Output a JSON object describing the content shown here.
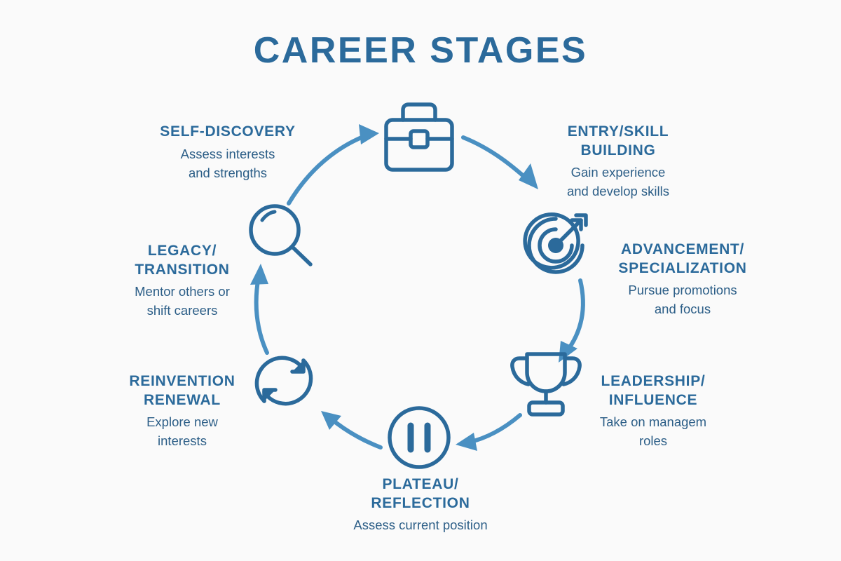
{
  "title": "CAREER STAGES",
  "theme": {
    "background": "#FAFAFA",
    "heading_color": "#2B6A9B",
    "body_color": "#2C5E87",
    "icon_color": "#2B6A9B",
    "arrow_color": "#4A90C2"
  },
  "chart_data": {
    "type": "diagram",
    "layout": "cycle",
    "direction": "clockwise",
    "title": "CAREER STAGES",
    "stage_count": 7
  },
  "stages": [
    {
      "id": "self-discovery",
      "heading": "SELF-DISCOVERY",
      "desc": "Assess interests\nand strengths",
      "icon": "magnifier-icon",
      "align": "center"
    },
    {
      "id": "entry-skill-building",
      "heading": "ENTRY/SKILL\nBUILDING",
      "desc": "Gain experience\nand develop skills",
      "icon": "briefcase-icon",
      "align": "center"
    },
    {
      "id": "advancement-specialization",
      "heading": "ADVANCEMENT/\nSPECIALIZATION",
      "desc": "Pursue promotions\nand focus",
      "icon": "target-icon",
      "align": "center"
    },
    {
      "id": "leadership-influence",
      "heading": "LEADERSHIP/\nINFLUENCE",
      "desc": "Take on managem\nroles",
      "icon": "trophy-icon",
      "align": "center"
    },
    {
      "id": "plateau-reflection",
      "heading": "PLATEAU/\nREFLECTION",
      "desc": "Assess current position",
      "icon": "pause-icon",
      "align": "center"
    },
    {
      "id": "reinvention-renewal",
      "heading": "REINVENTION\nRENEWAL",
      "desc": "Explore new\ninterests",
      "icon": "refresh-icon",
      "align": "center"
    },
    {
      "id": "legacy-transition",
      "heading": "LEGACY/\nTRANSITION",
      "desc": "Mentor others or\nshift careers",
      "icon": "magnifier-icon",
      "align": "center"
    }
  ]
}
